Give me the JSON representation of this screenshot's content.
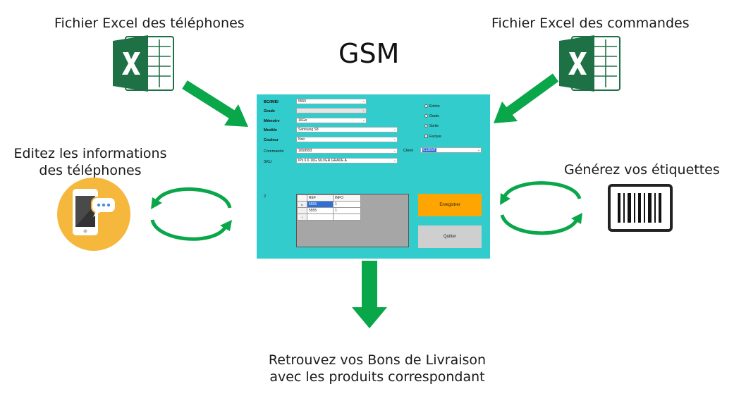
{
  "diagram": {
    "title": "GSM",
    "captions": {
      "phones_excel": "Fichier Excel des téléphones",
      "orders_excel": "Fichier Excel des commandes",
      "edit_info": [
        "Editez les informations",
        "des téléphones"
      ],
      "labels": "Générez vos étiquettes",
      "delivery": [
        "Retrouvez vos Bons de Livraison",
        "avec les produits correspondant"
      ]
    },
    "icons": {
      "excel_left": "excel-icon",
      "excel_right": "excel-icon",
      "phone": "smartphone-chat-icon",
      "barcode": "barcode-icon"
    },
    "colors": {
      "arrow": "#0aa64a",
      "app_bg": "#33cccc",
      "excel_green": "#1e7145",
      "phone_bg": "#f5b83d",
      "save_button": "#ffa500"
    }
  },
  "app": {
    "fields": {
      "bc_imei": {
        "label": "BC/IMEI",
        "value": "5555"
      },
      "grade": {
        "label": "Grade",
        "value": ""
      },
      "memoire": {
        "label": "Mémoire",
        "value": "16Go"
      },
      "modele": {
        "label": "Modèle",
        "value": "Samsung S8"
      },
      "couleur": {
        "label": "Couleur",
        "value": "Noir"
      },
      "commande": {
        "label": "Commande",
        "value": "1658993"
      },
      "sku": {
        "label": "SKU",
        "value": "IPs 6 6 16G SILVER GRADE A"
      },
      "client": {
        "label": "Client",
        "value": "CLIENT"
      }
    },
    "radios": {
      "entree": "Entrée",
      "grade": "Grade",
      "sortie": "Sortie",
      "facture": "Facture"
    },
    "section_label": "2",
    "grid": {
      "headers": [
        "REF",
        "INFO"
      ],
      "rows": [
        {
          "marker": "▸",
          "ref": "5555",
          "info": "1"
        },
        {
          "marker": "",
          "ref": "5555",
          "info": "1"
        },
        {
          "marker": "*",
          "ref": "",
          "info": ""
        }
      ]
    },
    "buttons": {
      "save": "Enregistrer",
      "quit": "Quitter"
    }
  }
}
